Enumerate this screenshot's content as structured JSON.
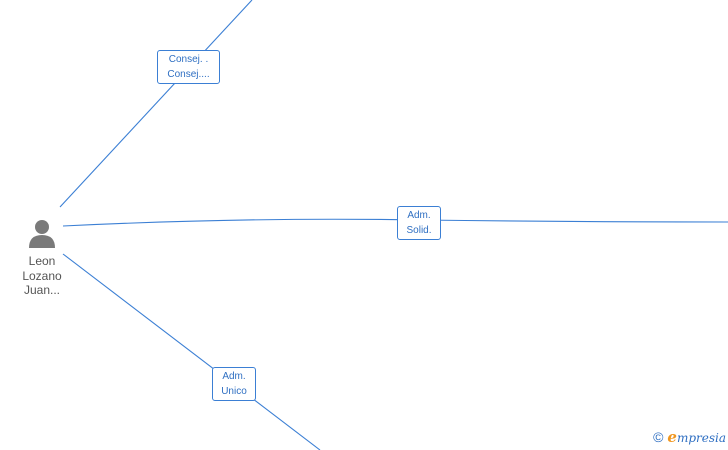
{
  "colors": {
    "edge": "#3b7fd4",
    "label_text": "#2f6fc2",
    "node_icon": "#7a7a7a",
    "node_text": "#555555",
    "brand_accent": "#f0961e"
  },
  "node": {
    "icon": "person-icon",
    "name_lines": [
      "Leon",
      "Lozano",
      "Juan..."
    ]
  },
  "relations": [
    {
      "id": "consej",
      "lines": [
        "Consej. .",
        "Consej...."
      ]
    },
    {
      "id": "solid",
      "lines": [
        "Adm.",
        "Solid."
      ]
    },
    {
      "id": "unico",
      "lines": [
        "Adm.",
        "Unico"
      ]
    }
  ],
  "footer": {
    "copyright_symbol": "©",
    "brand_initial": "e",
    "brand_rest": "mpresia"
  }
}
